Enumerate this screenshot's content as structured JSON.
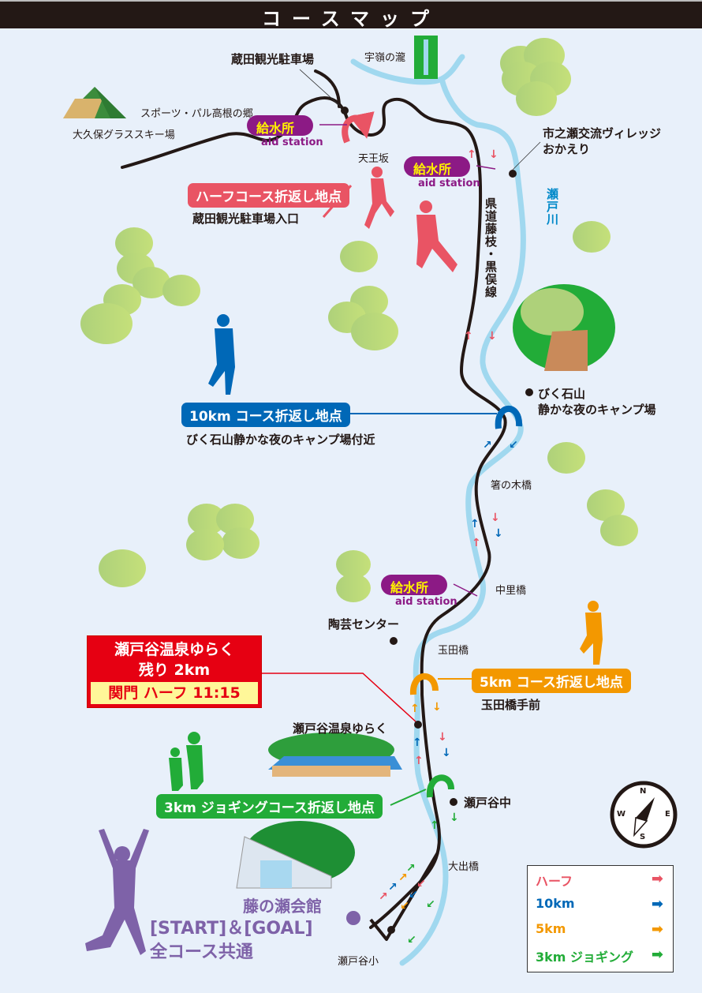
{
  "title": "コースマップ",
  "colors": {
    "half": "#e95464",
    "km10": "#0068b7",
    "km5": "#f39800",
    "jog3": "#22ac38",
    "aid": "#8c1a85",
    "river": "#a0d8ef",
    "start": "#7e62a8",
    "cutoff_red": "#e60012"
  },
  "places": {
    "kurata_parking": "蔵田観光駐車場",
    "ureina_falls": "宇嶺の瀧",
    "sports_pal": "スポーツ・パル高根の郷",
    "okubo_grass_ski": "大久保グラススキー場",
    "tennozaka": "天王坂",
    "ichinose_village_1": "市之瀬交流ヴィレッジ",
    "ichinose_village_2": "おかえり",
    "seto_river": "瀬戸川",
    "prefectural_road": "県道藤枝・黒俣線",
    "bikuishi_1": "びく石山",
    "bikuishi_2": "静かな夜のキャンプ場",
    "hashinoki_bridge": "箸の木橋",
    "nakazato_bridge": "中里橋",
    "tougei_center": "陶芸センター",
    "tamada_bridge": "玉田橋",
    "yuraku": "瀬戸谷温泉ゆらく",
    "setoya_junior_high": "瀬戸谷中",
    "oide_bridge": "大出橋",
    "setoya_elementary": "瀬戸谷小"
  },
  "aid_stations": [
    {
      "label": "給水所",
      "sub": "aid station"
    },
    {
      "label": "給水所",
      "sub": "aid station"
    },
    {
      "label": "給水所",
      "sub": "aid station"
    }
  ],
  "turnarounds": {
    "half": {
      "label": "ハーフコース折返し地点",
      "sub": "蔵田観光駐車場入口"
    },
    "km10": {
      "label": "10km コース折返し地点",
      "sub": "びく石山静かな夜のキャンプ場付近"
    },
    "km5": {
      "label": "5km コース折返し地点",
      "sub": "玉田橋手前"
    },
    "jog3": {
      "label": "3km ジョギングコース折返し地点"
    }
  },
  "cutoff": {
    "line1": "瀬戸谷温泉ゆらく",
    "line2": "残り 2km",
    "time": "関門 ハーフ 11:15"
  },
  "start_goal": {
    "venue": "藤の瀬会館",
    "label": "[START]＆[GOAL]",
    "note": "全コース共通"
  },
  "compass": {
    "n": "N",
    "s": "S",
    "e": "E",
    "w": "W"
  },
  "legend": [
    {
      "label": "ハーフ",
      "color": "#e95464",
      "arrow": "➡"
    },
    {
      "label": "10km",
      "color": "#0068b7",
      "arrow": "➡"
    },
    {
      "label": "5km",
      "color": "#f39800",
      "arrow": "➡"
    },
    {
      "label": "3km ジョギング",
      "color": "#22ac38",
      "arrow": "➡"
    }
  ]
}
